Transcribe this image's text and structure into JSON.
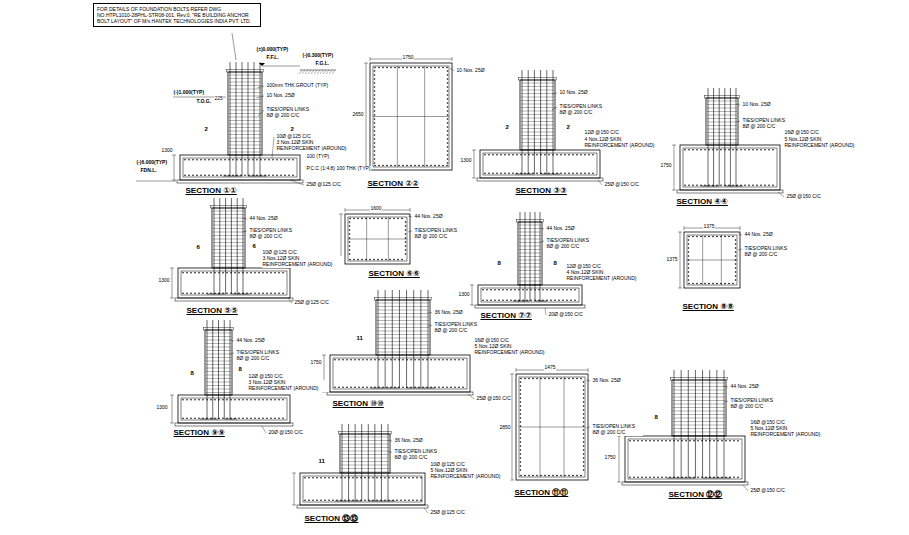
{
  "diagram": {
    "nodes": [
      {
        "text": [
          "FOR DETAILS OF FOUNDATION BOLTS REFER DWG NO:HTPL1010-28PHL-STR08-001, Rev.0, \"RE BUILDING ANCHOR BOLT LAYOUT\" OF M/s HANTEK TECHNOLOGIES INDIA PVT. LTD."
        ]
      }
    ],
    "labels": [
      "(-)1.000(TYP)",
      "T.O.G.",
      "(±)0.000(TYP)",
      "F.F.L.",
      "(-)0.300(TYP)",
      "F.G.L.",
      "100mm THK GROUT (TYP)",
      "10 Nos. 25Ø",
      "225",
      "2",
      "2",
      "TIES/OPEN LINKS 8Ø @ 200 C/C",
      "10Ø @125 C/C",
      "3 Nos.12Ø SKIN REINFORCEMENT (AROUND)",
      "1300",
      "(-)6.000(TYP)",
      "FDN.L.",
      "100 (TYP)",
      "P.C.C (1:4:8) 100 THK (TYP)",
      "25Ø @125 C/C",
      "SECTION ①①",
      "1750",
      "2650",
      "10 Nos. 25Ø",
      "SECTION ②②",
      "10 Nos. 25Ø",
      "TIES/OPEN LINKS 8Ø @ 200 C/C",
      "2",
      "2",
      "12Ø @150 C/C",
      "4 Nos.12Ø SKIN REINFORCEMENT (AROUND)",
      "1300",
      "25Ø @150 C/C",
      "SECTION ③③",
      "10 Nos. 25Ø",
      "TIES/OPEN LINKS 8Ø @ 200 C/C",
      "16Ø @150 C/C",
      "5 Nos.12Ø SKIN REINFORCEMENT (AROUND)",
      "1750",
      "25Ø @150 C/C",
      "SECTION ④④",
      "44 Nos. 25Ø",
      "TIES/OPEN LINKS 8Ø @ 200 C/C",
      "6",
      "6",
      "10Ø @125 C/C",
      "3 Nos.12Ø SKIN REINFORCEMENT (AROUND)",
      "1300",
      "25Ø @125 C/C",
      "SECTION ⑤⑤",
      "1600",
      "44 Nos. 25Ø",
      "TIES/OPEN LINKS 8Ø @ 200 C/C",
      "SECTION ⑥⑥",
      "44 Nos. 25Ø",
      "TIES/OPEN LINKS 8Ø @ 200 C/C",
      "8",
      "8",
      "12Ø @150 C/C",
      "4 Nos.12Ø SKIN REINFORCEMENT (AROUND)",
      "1300",
      "20Ø @150 C/C",
      "SECTION ⑦⑦",
      "1375",
      "1375",
      "44 Nos. 25Ø",
      "TIES/OPEN LINKS 8Ø @ 200 C/C",
      "SECTION ⑧⑧",
      "44 Nos. 25Ø",
      "TIES/OPEN LINKS 8Ø @ 200 C/C",
      "8",
      "8",
      "12Ø @150 C/C",
      "3 Nos.12Ø SKIN REINFORCEMENT (AROUND)",
      "1300",
      "20Ø @150 C/C",
      "SECTION ⑨⑨",
      "36 Nos. 25Ø",
      "TIES/OPEN LINKS 8Ø @ 200 C/C",
      "11",
      "16Ø @150 C/C",
      "5 Nos.12Ø SKIN REINFORCEMENT (AROUND)",
      "1750",
      "25Ø @150 C/C",
      "SECTION ⑩⑩",
      "1475",
      "2850",
      "36 Nos. 25Ø",
      "TIES/OPEN LINKS 8Ø @ 200 C/C",
      "SECTION ⑪⑪",
      "44 Nos. 25Ø",
      "TIES/OPEN LINKS 8Ø @ 200 C/C",
      "8",
      "16Ø @150 C/C",
      "5 Nos.12Ø SKIN REINFORCEMENT (AROUND)",
      "1750",
      "25Ø @150 C/C",
      "SECTION ⑫⑫",
      "36 Nos. 25Ø",
      "TIES/OPEN LINKS 8Ø @ 200 C/C",
      "11",
      "10Ø @125 C/C",
      "5 Nos.12Ø SKIN REINFORCEMENT (AROUND)",
      "25Ø @125 C/C",
      "SECTION ⑬⑬"
    ]
  }
}
